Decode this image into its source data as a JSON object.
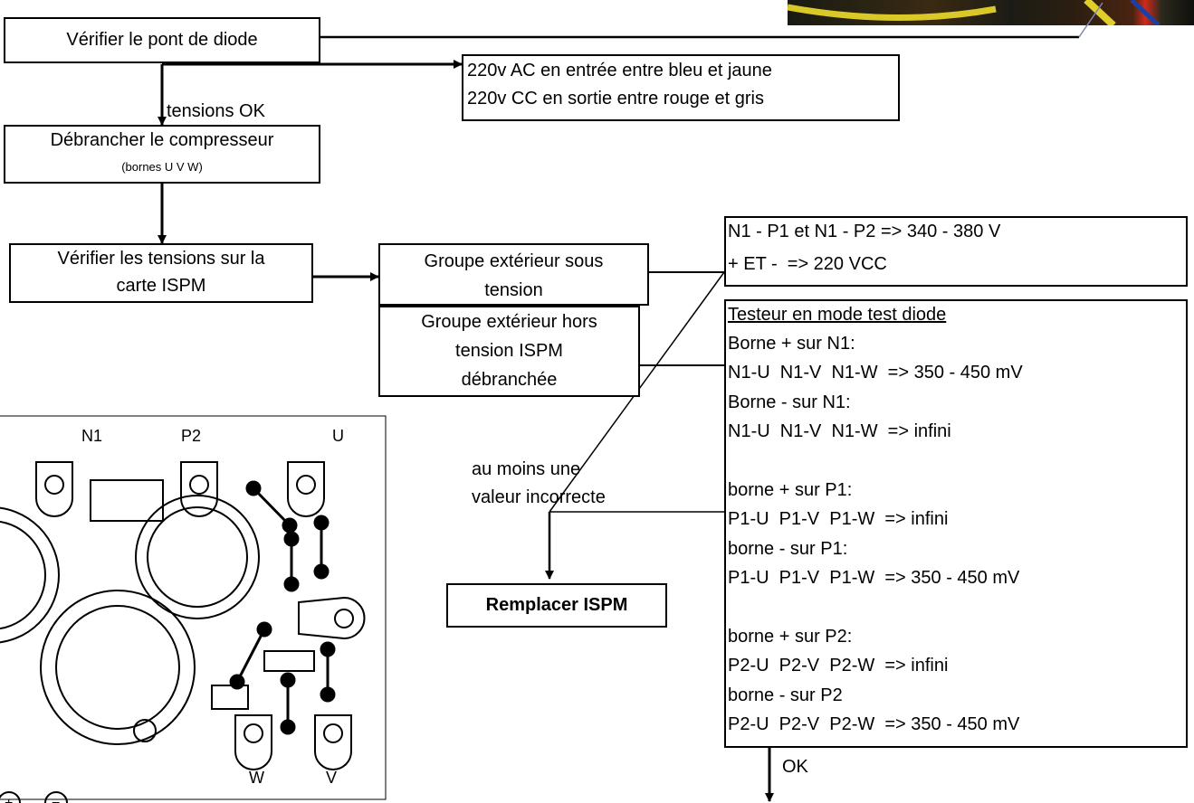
{
  "steps": {
    "verify_bridge": "Vérifier le pont de diode",
    "bridge_voltages": [
      "220v AC en entrée entre bleu et jaune",
      "220v CC en sortie entre rouge et gris"
    ],
    "tensions_ok": "tensions OK",
    "disconnect_compressor": "Débrancher le compresseur",
    "terminals_uvw": "(bornes U V W)",
    "verify_ispm_voltages": [
      "Vérifier les tensions sur la",
      "carte ISPM"
    ],
    "outdoor_powered": [
      "Groupe extérieur sous",
      "tension"
    ],
    "outdoor_unpowered": [
      "Groupe extérieur hors",
      "tension ISPM",
      "débranchée"
    ],
    "powered_values": [
      "N1 - P1 et N1 - P2 => 340 - 380 V",
      "+ ET -  => 220 VCC"
    ],
    "diode_test_title": "Testeur en mode test diode",
    "diode_test_lines": [
      "Borne + sur N1:",
      "N1-U  N1-V  N1-W  => 350 - 450 mV",
      "Borne - sur N1:",
      "N1-U  N1-V  N1-W  => infini",
      "",
      "borne + sur P1:",
      "P1-U  P1-V  P1-W  => infini",
      "borne - sur P1:",
      "P1-U  P1-V  P1-W  => 350 - 450 mV",
      "",
      "borne + sur P2:",
      "P2-U  P2-V  P2-W  => infini",
      "borne - sur P2",
      "P2-U  P2-V  P2-W  => 350 - 450 mV"
    ],
    "incorrect_value": [
      "au moins une",
      "valeur incorrecte"
    ],
    "replace_ispm": "Remplacer ISPM",
    "ok": "OK"
  },
  "board": {
    "labels": {
      "n1": "N1",
      "p2": "P2",
      "u": "U",
      "w": "W",
      "v": "V",
      "plus": "+",
      "minus": "−"
    }
  },
  "colors": {
    "line": "#000000",
    "background": "#ffffff",
    "photo_wire": "#e0cf2a"
  }
}
